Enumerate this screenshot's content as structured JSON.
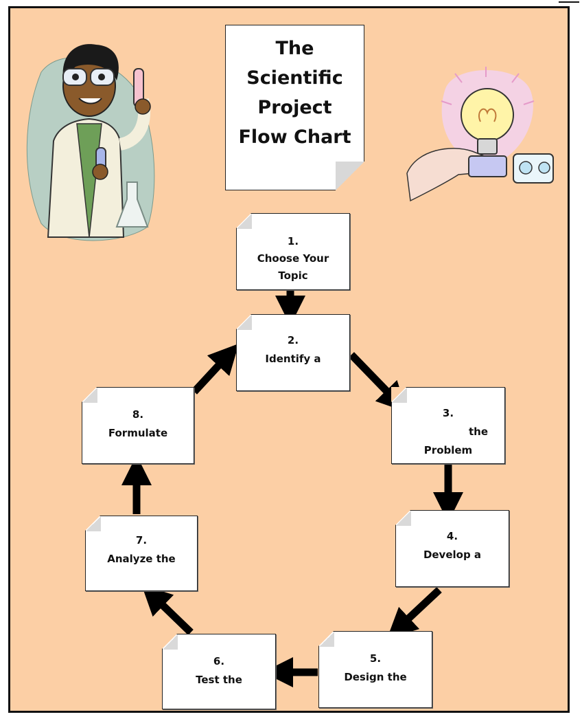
{
  "title": {
    "lines": [
      "The",
      "Scientific",
      "Project",
      "Flow Chart"
    ]
  },
  "steps": [
    {
      "num": "1.",
      "lines": [
        "Choose Your",
        "Topic"
      ]
    },
    {
      "num": "2.",
      "lines": [
        "Identify a"
      ]
    },
    {
      "num": "3.",
      "lines": [
        "the",
        "Problem"
      ]
    },
    {
      "num": "4.",
      "lines": [
        "Develop a"
      ]
    },
    {
      "num": "5.",
      "lines": [
        "Design the"
      ]
    },
    {
      "num": "6.",
      "lines": [
        "Test the"
      ]
    },
    {
      "num": "7.",
      "lines": [
        "Analyze the"
      ]
    },
    {
      "num": "8.",
      "lines": [
        "Formulate"
      ]
    }
  ],
  "colors": {
    "background": "#fccfa5",
    "note": "#ffffff",
    "arrow": "#000000"
  },
  "illustrations": [
    "scientist-icon",
    "lightbulb-plug-icon"
  ]
}
